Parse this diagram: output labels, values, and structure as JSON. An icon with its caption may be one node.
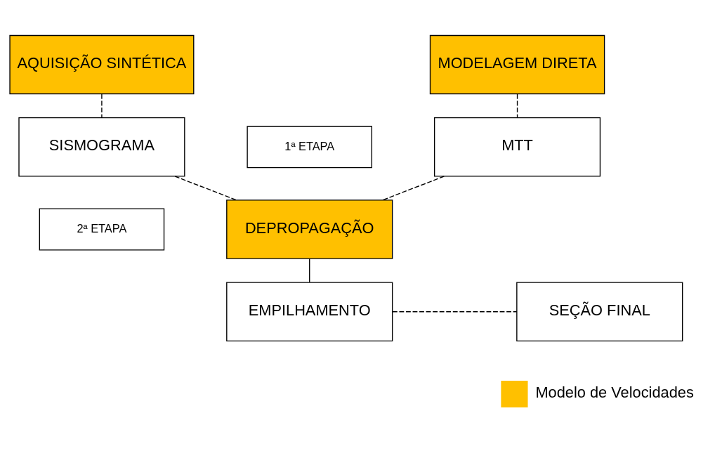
{
  "diagram": {
    "nodes": [
      {
        "text": [
          "1ª ETAPA"
        ]
      },
      {
        "text": [
          "MODELAGEM DIRETA"
        ]
      },
      {
        "text": [
          "AQUISIÇÃO SINTÉTICA"
        ]
      },
      {
        "text": [
          "MTT"
        ]
      },
      {
        "text": [
          "SISMOGRAMA"
        ]
      },
      {
        "text": [
          "2ª ETAPA"
        ]
      },
      {
        "text": [
          "DEPROPAGAÇÃO"
        ]
      },
      {
        "text": [
          "EMPILHAMENTO"
        ]
      },
      {
        "text": [
          "SEÇÃO FINAL"
        ]
      }
    ],
    "edges": [
      {
        "from": 1,
        "to": 3,
        "arrow": "none",
        "style": "dashed"
      },
      {
        "from": 2,
        "to": 4,
        "arrow": "none",
        "style": "dashed"
      },
      {
        "from": 3,
        "to": 6,
        "arrow": "none",
        "style": "dashed"
      },
      {
        "from": 4,
        "to": 6,
        "arrow": "none",
        "style": "dashed"
      },
      {
        "from": 6,
        "to": 7,
        "arrow": "none"
      },
      {
        "from": 7,
        "to": 8,
        "arrow": "none",
        "style": "dashed"
      }
    ],
    "legend": [
      {
        "text": "Modelo de Velocidades",
        "color": "#ffc000"
      }
    ]
  }
}
